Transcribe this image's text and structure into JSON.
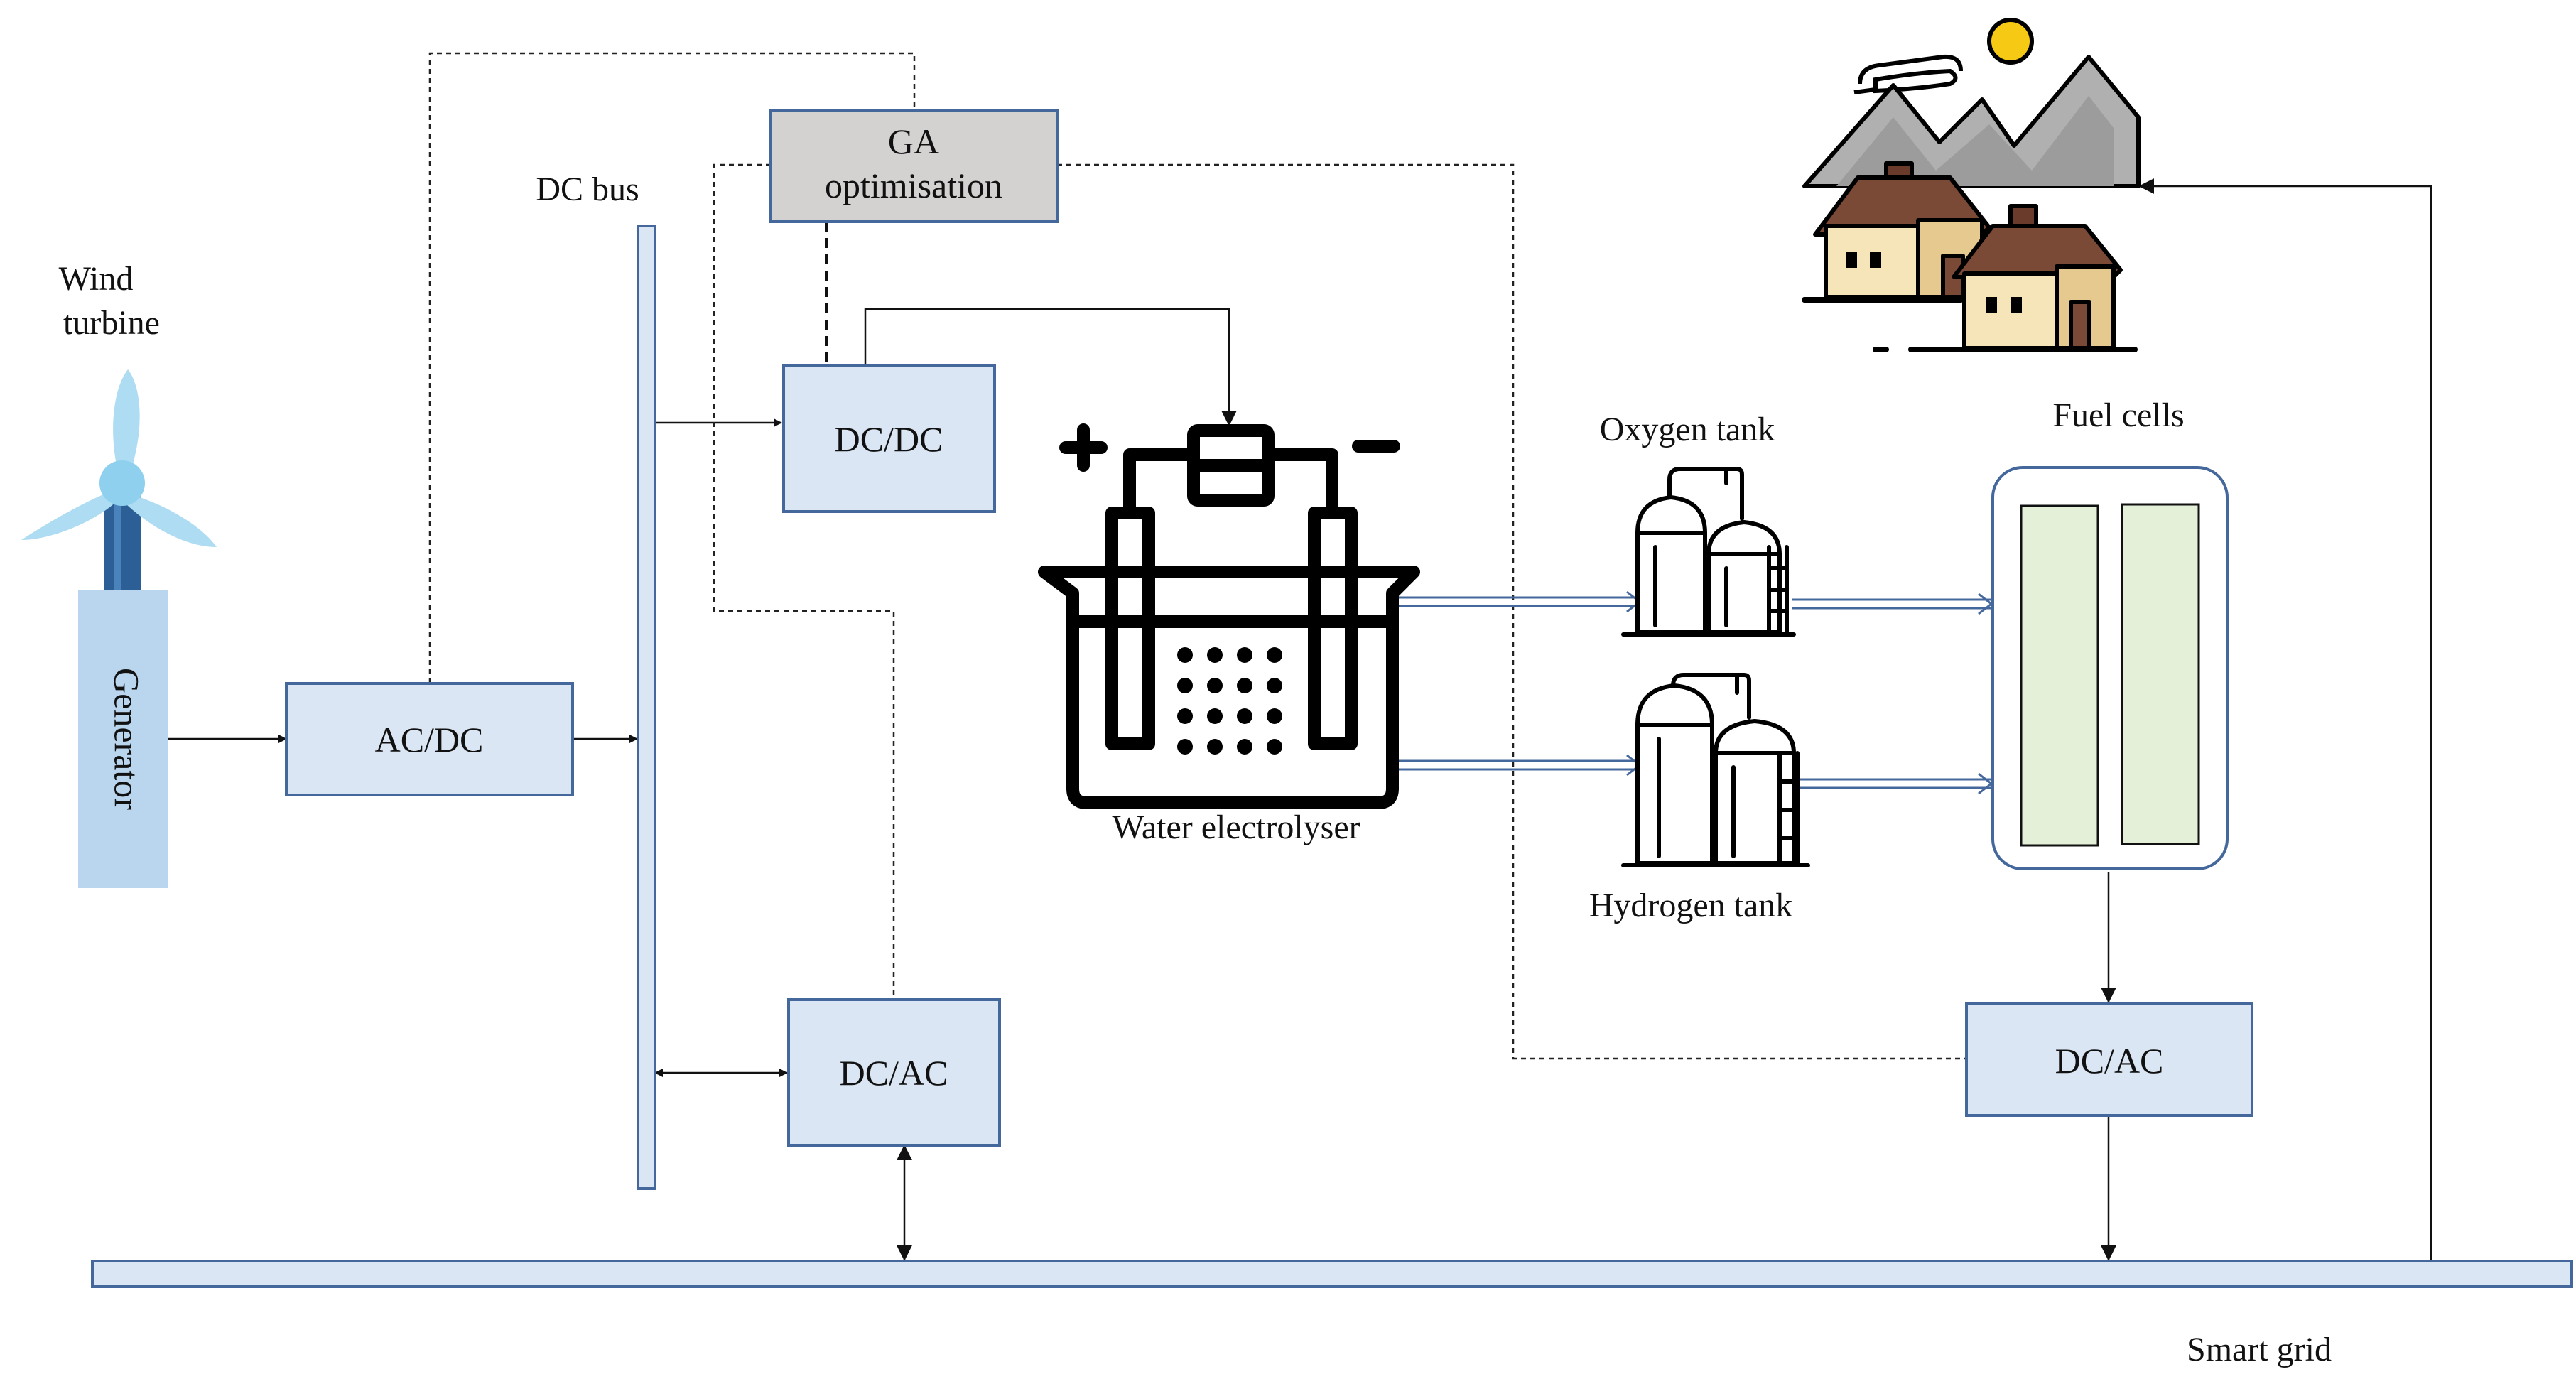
{
  "labels": {
    "wind_turbine_line1": "Wind",
    "wind_turbine_line2": "turbine",
    "generator": "Generator",
    "dc_bus": "DC bus",
    "ga_line1": "GA",
    "ga_line2": "optimisation",
    "ac_dc": "AC/DC",
    "dc_dc": "DC/DC",
    "dc_ac_left": "DC/AC",
    "dc_ac_right": "DC/AC",
    "water_electrolyser": "Water electrolyser",
    "oxygen_tank": "Oxygen tank",
    "hydrogen_tank": "Hydrogen tank",
    "fuel_cells": "Fuel cells",
    "smart_grid": "Smart grid"
  },
  "icons": {
    "turbine": "wind-turbine-icon",
    "electrolyser": "water-electrolyser-icon",
    "tank": "storage-tank-icon",
    "village": "village-houses-icon"
  },
  "colors": {
    "block_fill": "#dae6f4",
    "block_stroke": "#44679c",
    "ga_fill": "#d4d1d1",
    "turbine_blade": "#aedcf2",
    "generator": "#bad6ee",
    "fuel_cell_plate": "#e5f0d9"
  }
}
